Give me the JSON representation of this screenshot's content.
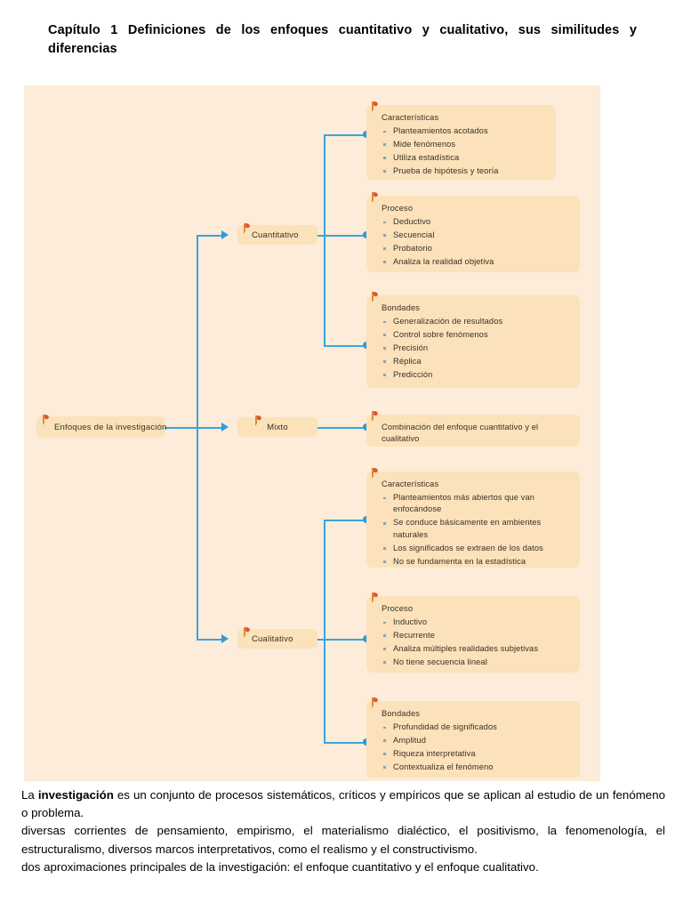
{
  "heading": "Capítulo 1 Definiciones de los enfoques cuantitativo y cualitativo, sus similitudes y diferencias",
  "diagram": {
    "root": {
      "label": "Enfoques de la investigación",
      "icon": "flag-marker-icon"
    },
    "branches": [
      {
        "id": "cuantitativo",
        "label": "Cuantitativo"
      },
      {
        "id": "mixto",
        "label": "Mixto"
      },
      {
        "id": "cualitativo",
        "label": "Cualitativo"
      }
    ],
    "cards": [
      {
        "id": "cuanti-caracteristicas",
        "title": "Características",
        "items": [
          "Planteamientos acotados",
          "Mide fenómenos",
          "Utiliza estadística",
          "Prueba de hipótesis y teoría"
        ]
      },
      {
        "id": "cuanti-proceso",
        "title": "Proceso",
        "items": [
          "Deductivo",
          "Secuencial",
          "Probatorio",
          "Analiza la realidad objetiva"
        ]
      },
      {
        "id": "cuanti-bondades",
        "title": "Bondades",
        "items": [
          "Generalización de resultados",
          "Control sobre fenómenos",
          "Precisión",
          "Réplica",
          "Predicción"
        ]
      },
      {
        "id": "mixto-descripcion",
        "title": "",
        "text": "Combinación del enfoque cuantitativo y el cualitativo",
        "items": []
      },
      {
        "id": "cuali-caracteristicas",
        "title": "Características",
        "items": [
          "Planteamientos más abiertos que van enfocándose",
          "Se conduce básicamente en ambientes naturales",
          "Los significados se extraen de los datos",
          "No se fundamenta en la estadística"
        ]
      },
      {
        "id": "cuali-proceso",
        "title": "Proceso",
        "items": [
          "Inductivo",
          "Recurrente",
          "Analiza múltiples realidades subjetivas",
          "No tiene secuencia lineal"
        ]
      },
      {
        "id": "cuali-bondades",
        "title": "Bondades",
        "items": [
          "Profundidad de significados",
          "Amplitud",
          "Riqueza interpretativa",
          "Contextualiza el fenómeno"
        ]
      }
    ],
    "colors": {
      "panel_background": "#fcecd9",
      "card_background": "#fbe2ba",
      "connector": "#3aa5dc",
      "bullet": "#7ba7c4",
      "flag": "#e2562c",
      "text": "#3b3026"
    }
  },
  "paragraphs": {
    "p1_lead": "La ",
    "p1_bold": "investigación",
    "p1_rest": " es un conjunto de procesos sistemáticos, críticos y empíricos que se aplican al estudio de un fenómeno o problema.",
    "p2": "diversas corrientes de pensamiento, empirismo, el materialismo dialéctico, el positivismo, la fenomenología, el estructuralismo, diversos marcos interpretativos, como el realismo y el constructivismo.",
    "p3": "dos aproximaciones principales de la investigación: el enfoque cuantitativo y el enfoque cualitativo."
  }
}
